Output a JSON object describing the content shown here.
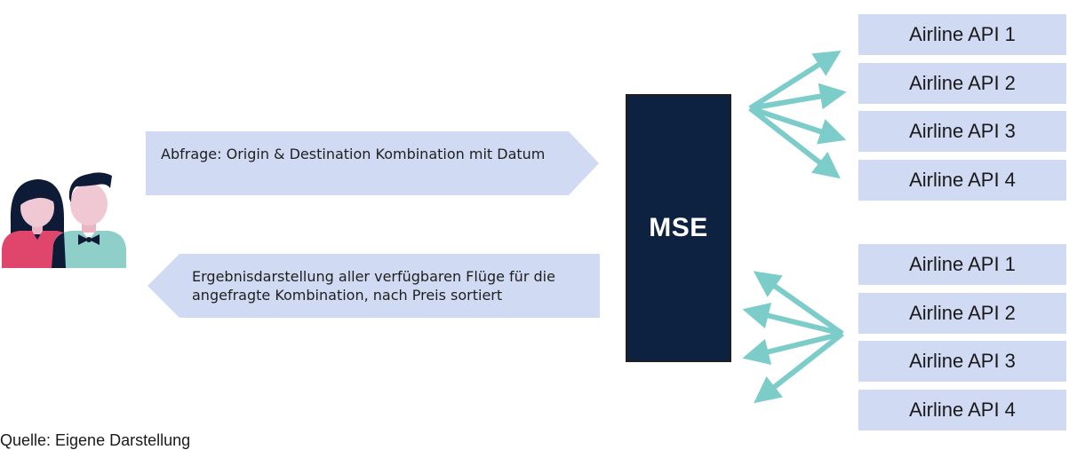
{
  "request_label": "Abfrage: Origin & Destination Kombination mit Datum",
  "response_label": "Ergebnisdarstellung aller verfügbaren Flüge für die angefragte Kombination, nach Preis sortiert",
  "mse_label": "MSE",
  "api_group_top": [
    "Airline API 1",
    "Airline API 2",
    "Airline API 3",
    "Airline API 4"
  ],
  "api_group_bottom": [
    "Airline API 1",
    "Airline API 2",
    "Airline API 3",
    "Airline API 4"
  ],
  "footer_caption": "Quelle: Eigene Darstellung",
  "colors": {
    "banner": "#d0daf2",
    "api_box": "#d0daf2",
    "mse_box": "#0c2240",
    "arrow": "#7ccdc9",
    "person_hair": "#0d1b36",
    "person_skin": "#f0c8d4",
    "woman_shirt": "#e0466b",
    "man_shirt": "#8ecfca"
  },
  "icons": [
    "users-icon"
  ]
}
